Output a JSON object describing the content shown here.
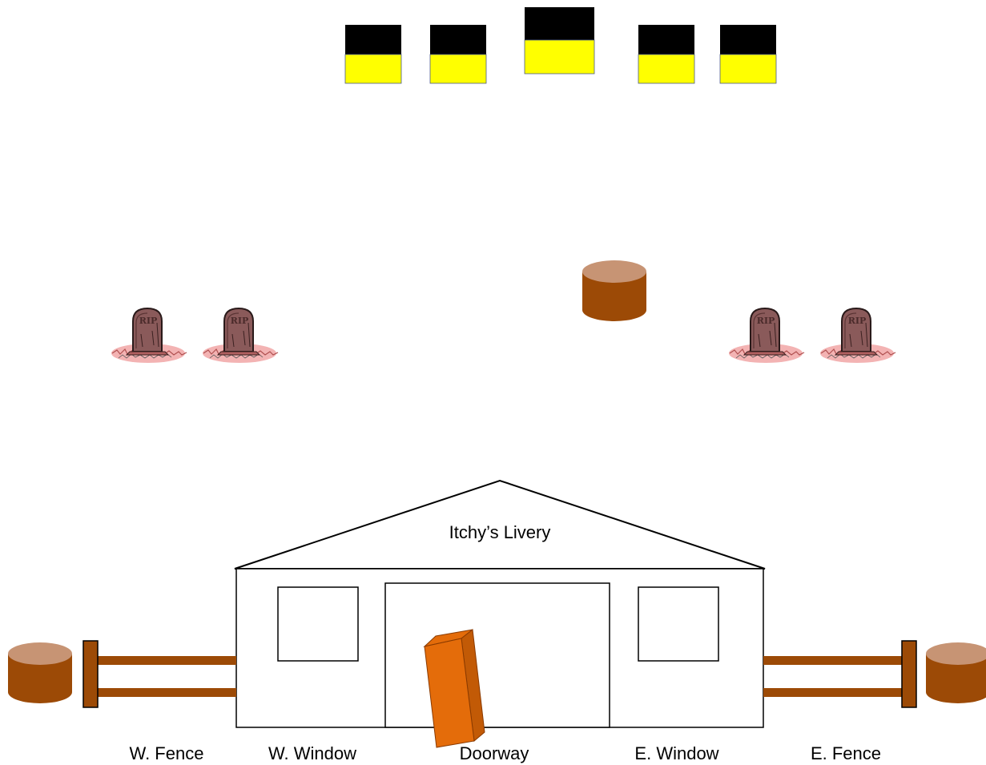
{
  "building": {
    "sign": "Itchy’s  Livery"
  },
  "labels": {
    "w_fence": "W. Fence",
    "w_window": "W. Window",
    "doorway": "Doorway",
    "e_window": "E. Window",
    "e_fence": "E. Fence"
  },
  "tombstone_text": "RIP",
  "colors": {
    "wood": "#9c4a06",
    "wood_top": "#c79474",
    "crate": "#e46c0a",
    "crate_side": "#c25a06",
    "tile_top": "#000000",
    "tile_bottom": "#ffff00",
    "outline": "#000000",
    "stone": "#8a5a5a",
    "grass": "#f0a0a0"
  },
  "icons": {
    "tombstone": "tombstone-icon",
    "barrel": "barrel-icon",
    "crate": "crate-icon",
    "fence": "fence-icon",
    "light_tile": "light-tile-icon"
  }
}
